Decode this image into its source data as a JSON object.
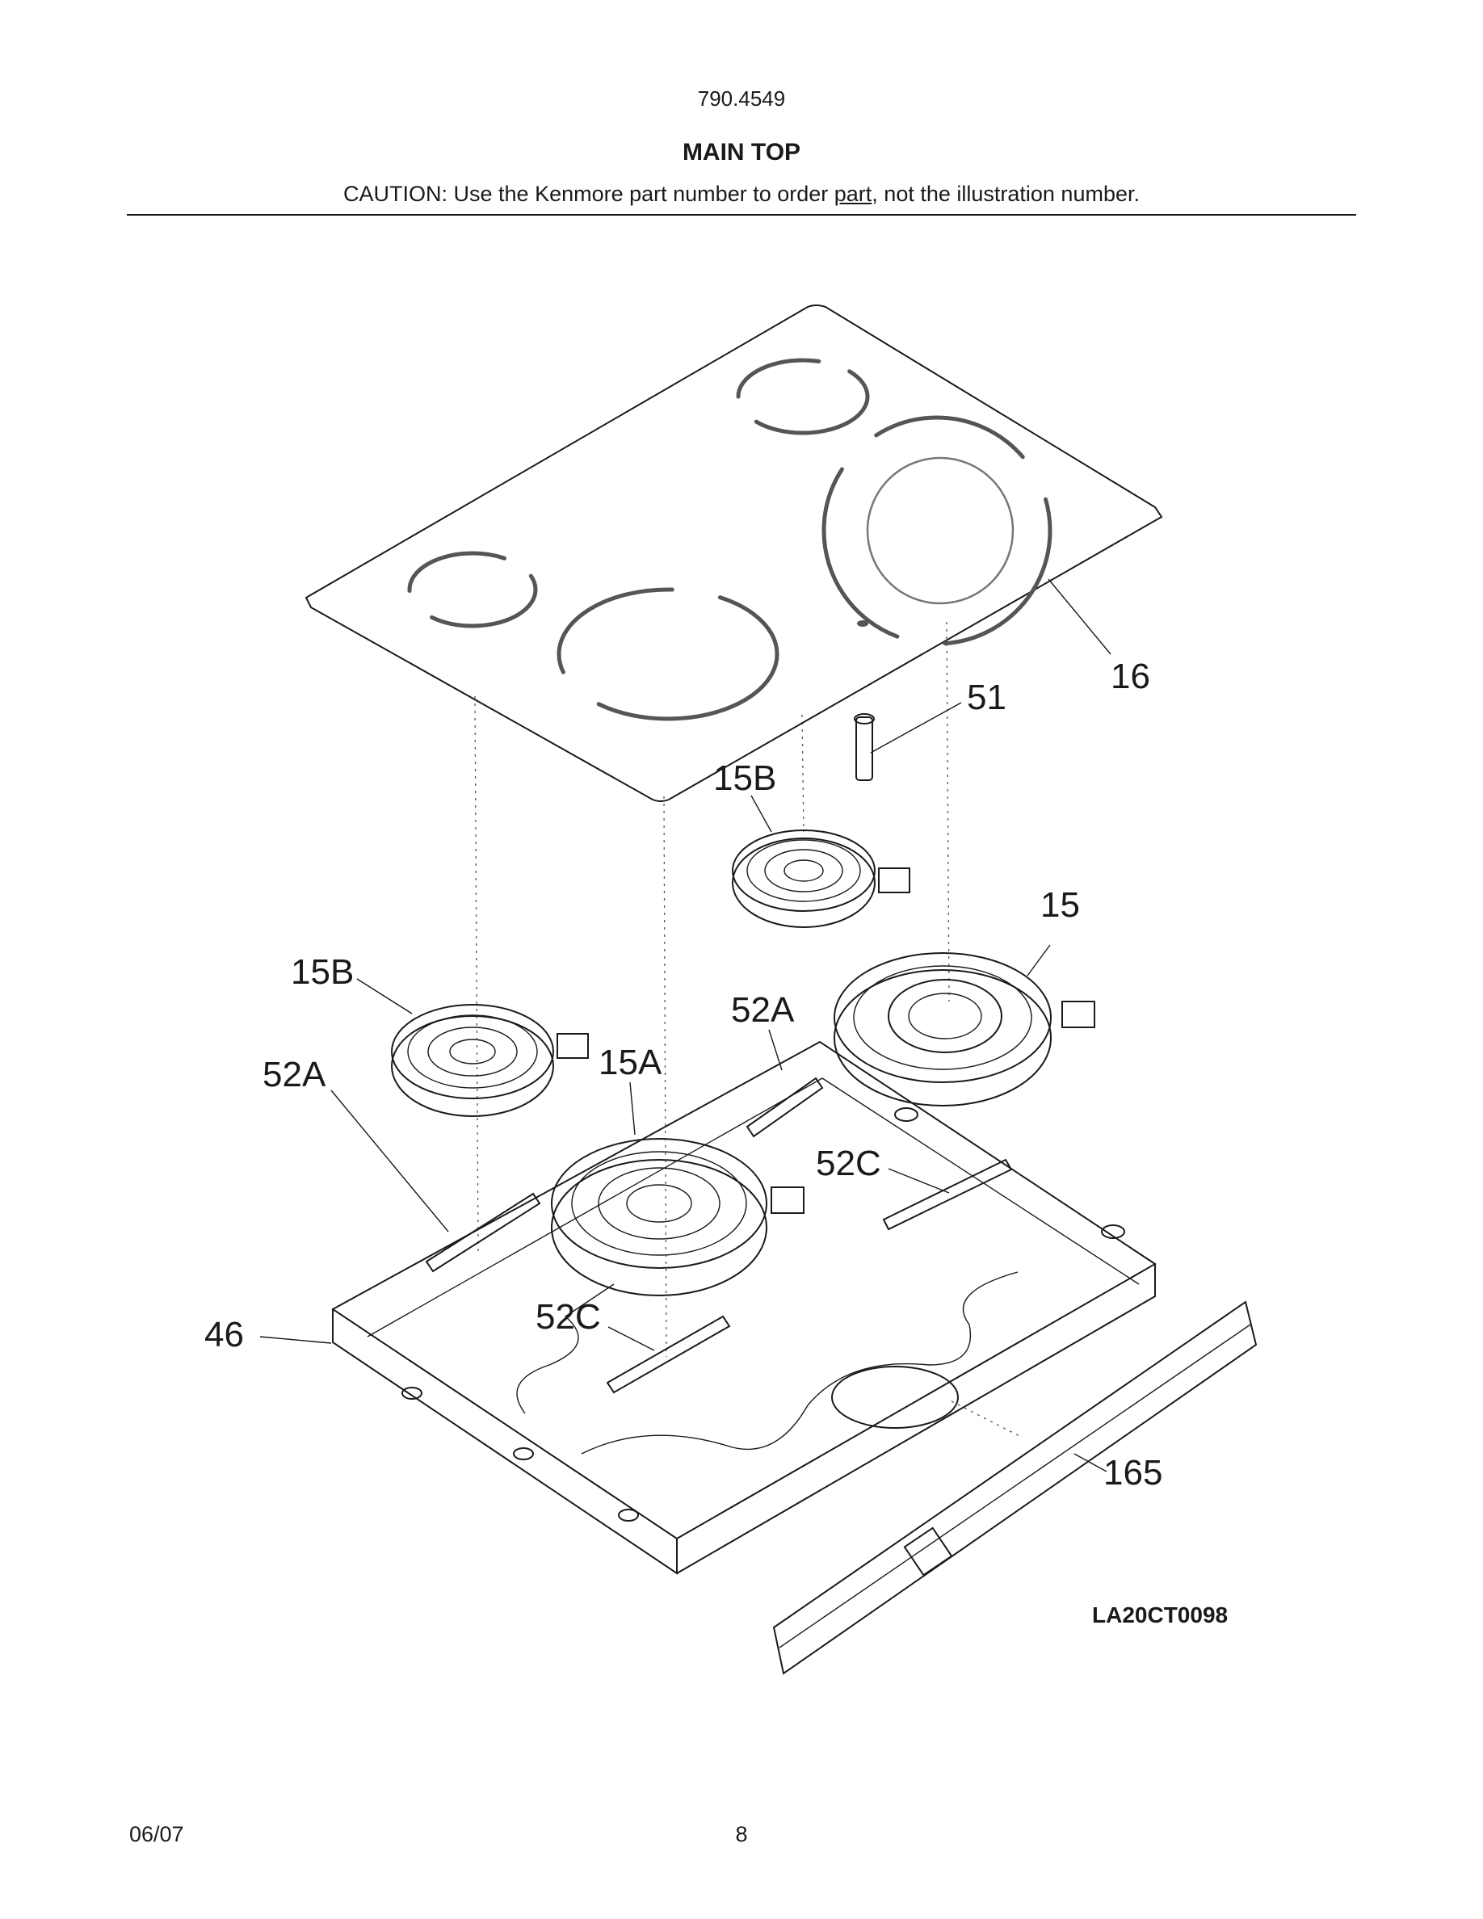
{
  "header": {
    "model_number": "790.4549",
    "title": "MAIN TOP",
    "caution_before": "CAUTION: Use the Kenmore part number to order ",
    "caution_underlined": "part",
    "caution_after": ", not the illustration number."
  },
  "callouts": {
    "glass_top": "16",
    "light": "51",
    "element_rear_left": "15B",
    "element_left": "15B",
    "element_dual": "15",
    "element_front": "15A",
    "bracket_52a_left": "52A",
    "bracket_52a_right": "52A",
    "bracket_52c_right": "52C",
    "bracket_52c_front": "52C",
    "pan": "46",
    "rail": "165"
  },
  "drawing_id": "LA20CT0098",
  "footer": {
    "date": "06/07",
    "page": "8"
  }
}
